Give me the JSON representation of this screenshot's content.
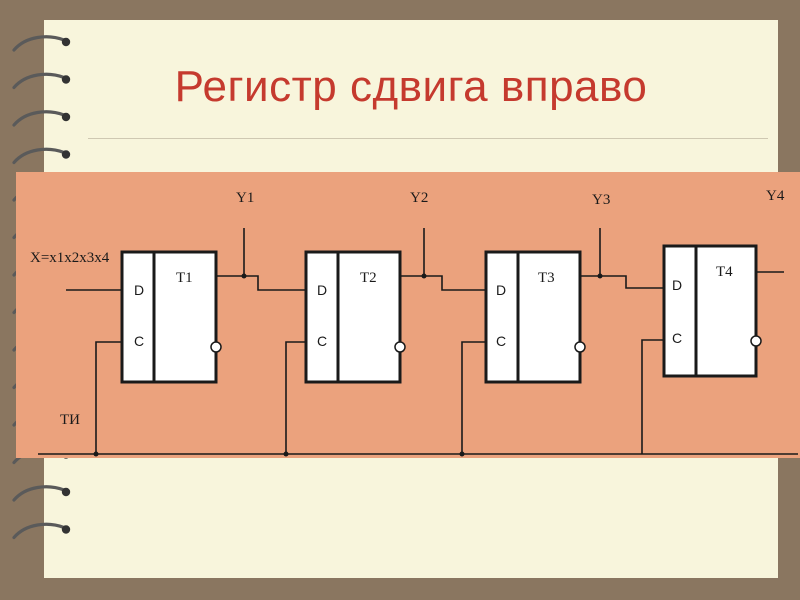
{
  "title": "Регистр сдвига вправо",
  "diagram": {
    "input_label": "X=x1x2x3x4",
    "clock_label": "ТИ",
    "outputs": [
      "Y1",
      "Y2",
      "Y3",
      "Y4"
    ],
    "triggers": [
      {
        "name": "T1",
        "d": "D",
        "c": "C"
      },
      {
        "name": "T2",
        "d": "D",
        "c": "C"
      },
      {
        "name": "T3",
        "d": "D",
        "c": "C"
      },
      {
        "name": "T4",
        "d": "D",
        "c": "C"
      }
    ]
  },
  "colors": {
    "background": "#8a7660",
    "page": "#f8f5dc",
    "panel": "#eba27d",
    "title": "#c53a2e",
    "spiral": "#5a5a5a"
  }
}
